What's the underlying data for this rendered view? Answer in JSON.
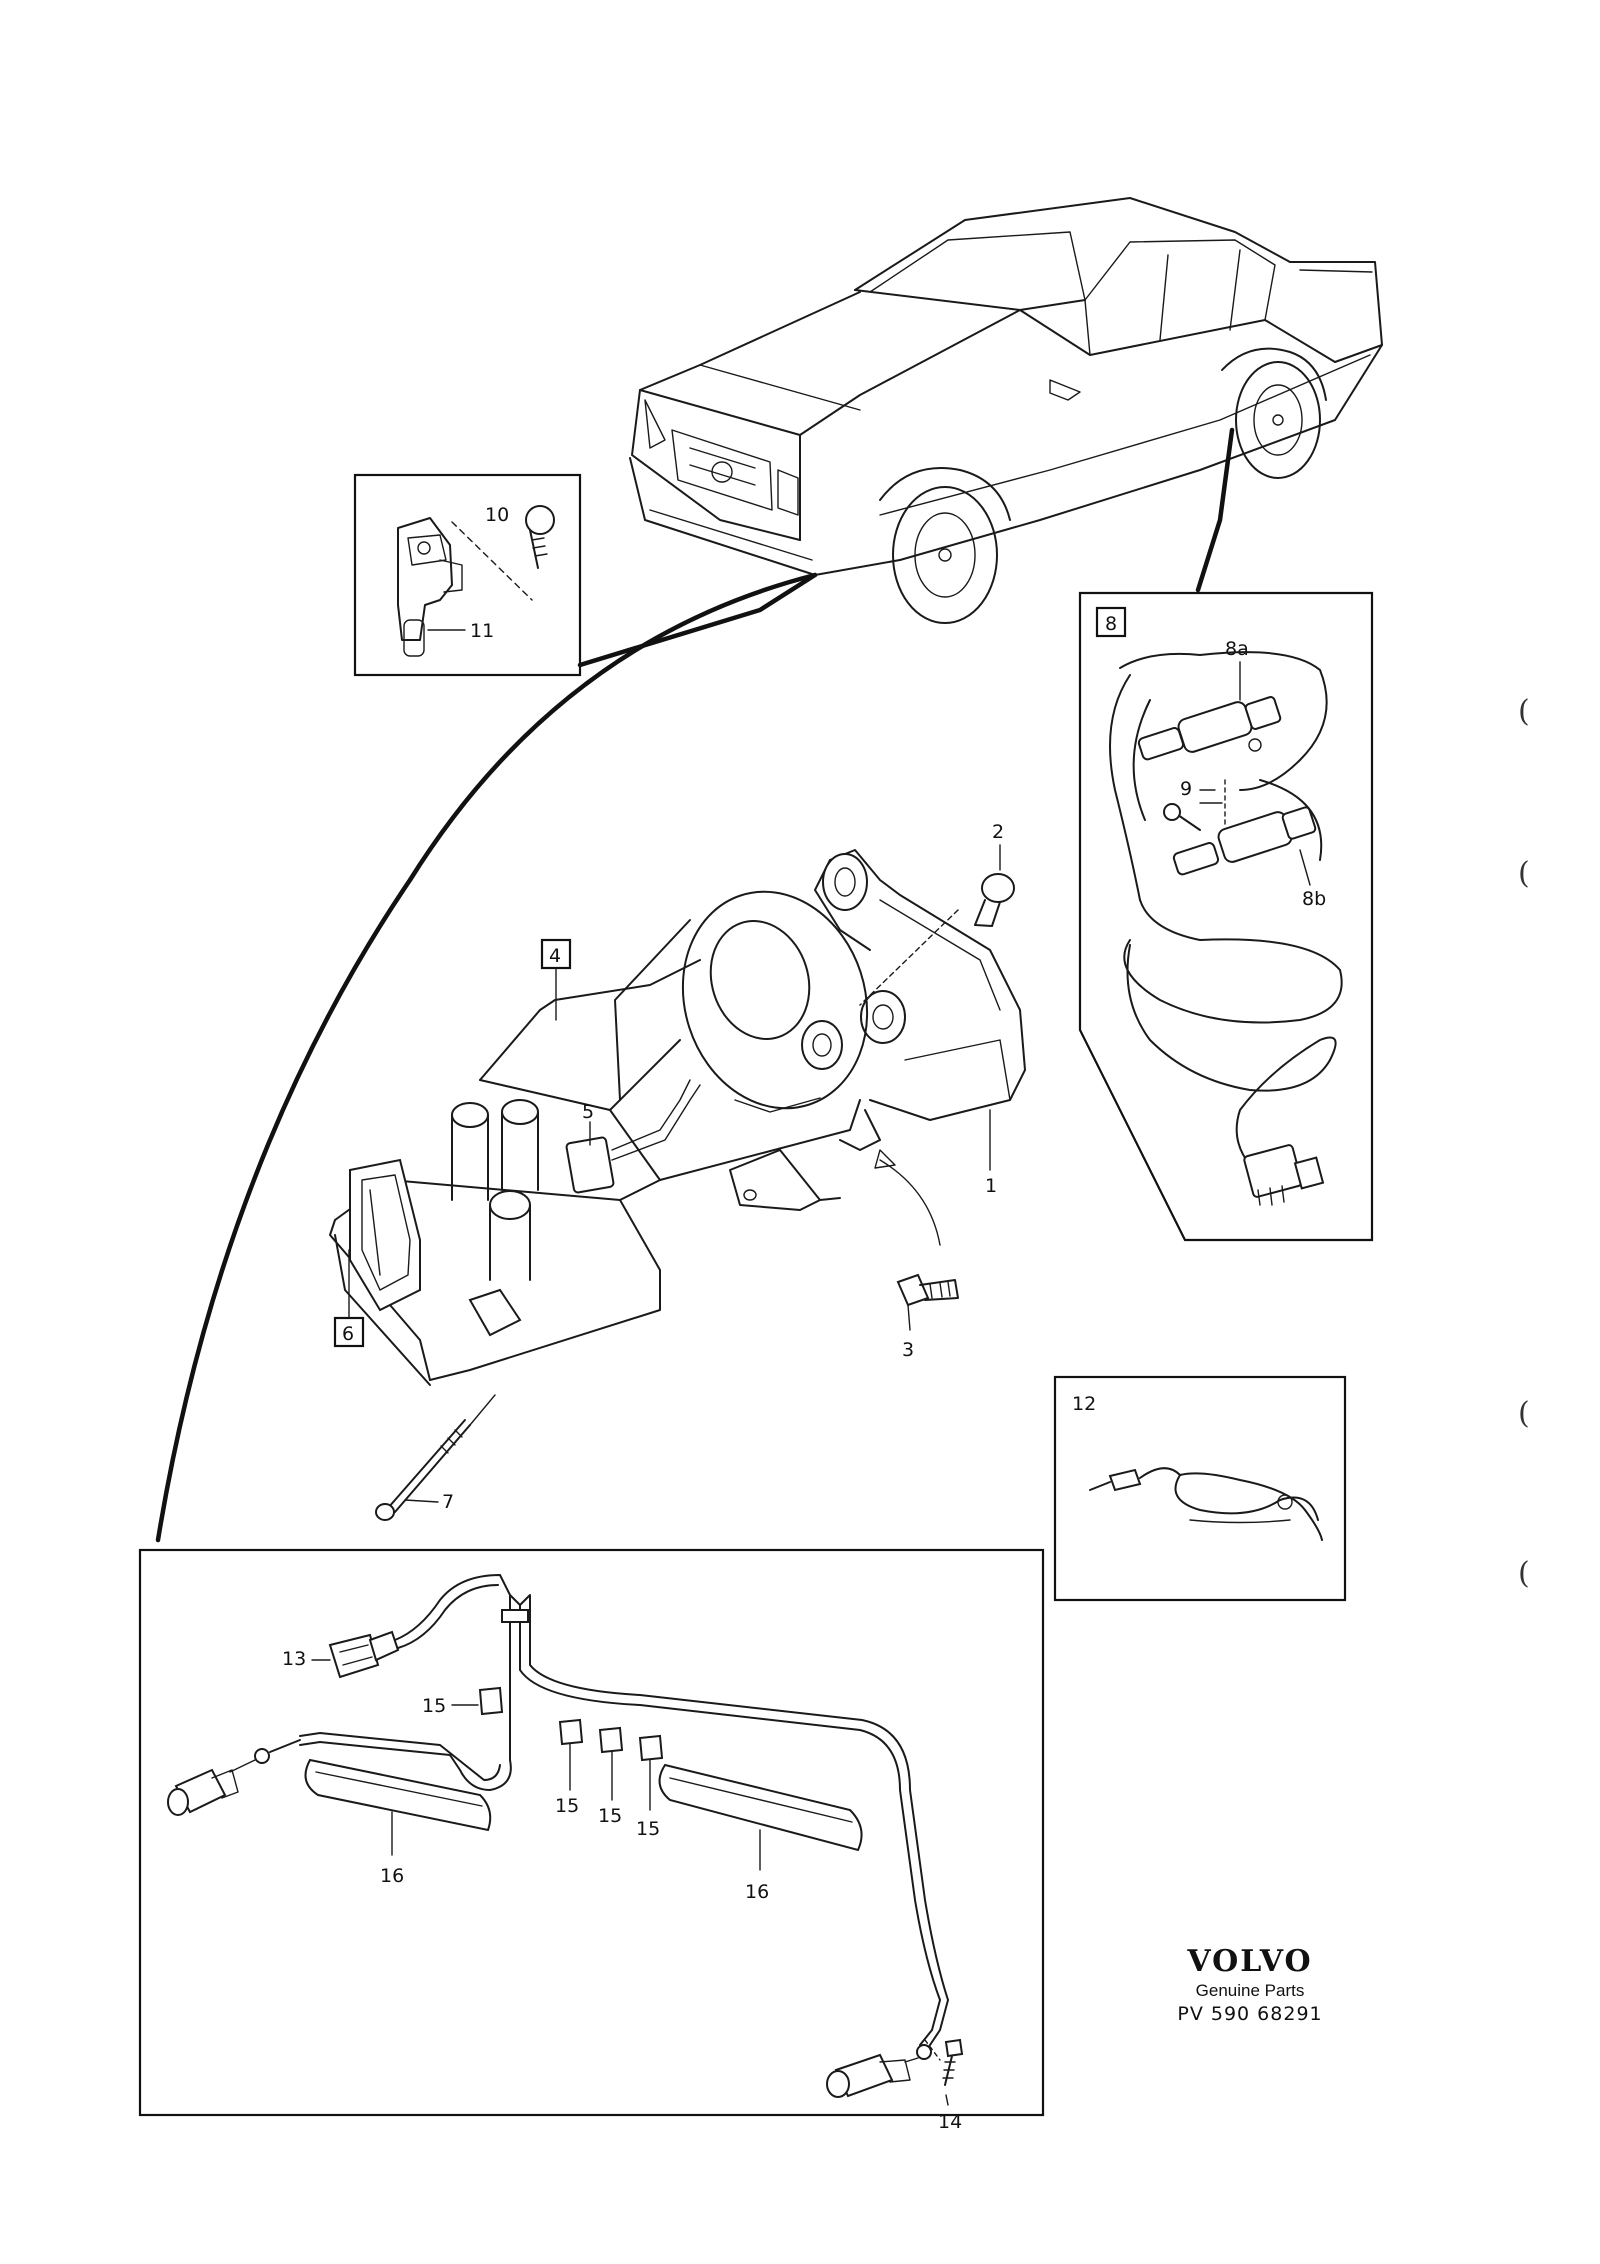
{
  "callouts": {
    "c1": "1",
    "c2": "2",
    "c3": "3",
    "c4": "4",
    "c5": "5",
    "c6": "6",
    "c7": "7",
    "c8": "8",
    "c8a": "8a",
    "c8b": "8b",
    "c9": "9",
    "c10": "10",
    "c11": "11",
    "c12": "12",
    "c13": "13",
    "c14": "14",
    "c15": "15",
    "c16": "16"
  },
  "brand": {
    "logo": "VOLVO",
    "subtitle": "Genuine Parts",
    "code": "PV 590 68291"
  },
  "margin_marks": [
    "(",
    "(",
    "(",
    "("
  ]
}
